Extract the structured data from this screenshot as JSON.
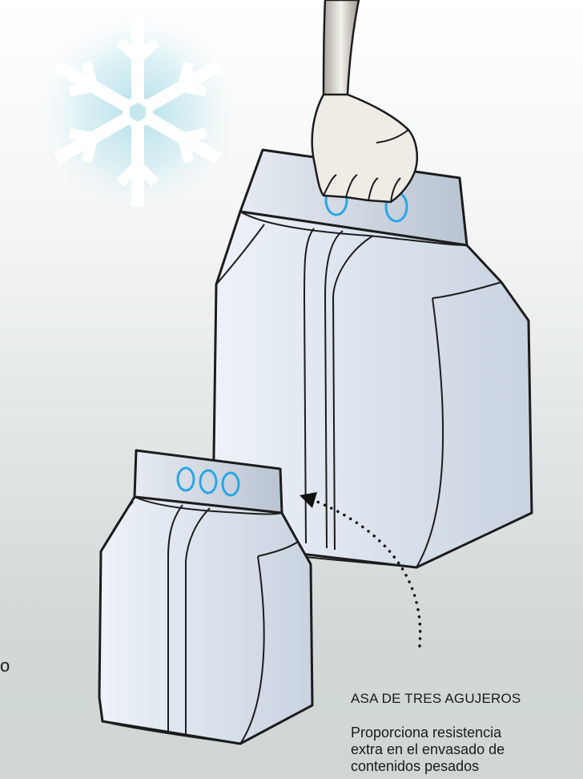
{
  "callout": {
    "title": "ASA DE TRES AGUJEROS",
    "desc_lines": [
      "Proporciona resistencia",
      "extra en el envasado de",
      "contenidos pesados"
    ]
  },
  "edge_text": "o",
  "colors": {
    "bag_fill": "#dfe6ef",
    "hole_accent": "#2aa6e6",
    "snowflake": "#ffffff",
    "snowflake_glow": "#bfe5ec",
    "outline": "#1c1c1c"
  },
  "icons": [
    "snowflake-icon",
    "hand-icon"
  ]
}
